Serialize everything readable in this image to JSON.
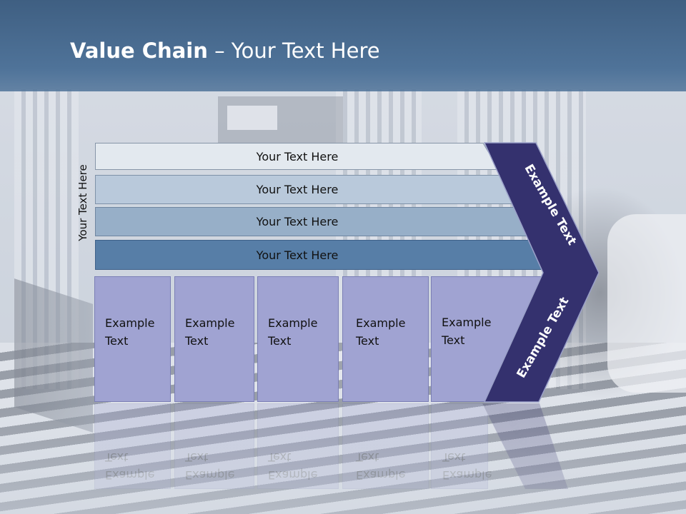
{
  "slide": {
    "title_bold": "Value Chain",
    "title_rest": " – Your Text Here"
  },
  "side_label": "Your Text Here",
  "support_bars": [
    {
      "label": "Your Text Here",
      "color": "#e3e9ef"
    },
    {
      "label": "Your Text Here",
      "color": "#b9c9db"
    },
    {
      "label": "Your Text Here",
      "color": "#97afc8"
    },
    {
      "label": "Your Text Here",
      "color": "#577ea7"
    }
  ],
  "primary_columns": [
    {
      "line1": "Example",
      "line2": "Text"
    },
    {
      "line1": "Example",
      "line2": "Text"
    },
    {
      "line1": "Example",
      "line2": "Text"
    },
    {
      "line1": "Example",
      "line2": "Text"
    },
    {
      "line1": "Example",
      "line2": "Text"
    }
  ],
  "margin": {
    "top_label": "Example Text",
    "bottom_label": "Example Text",
    "color": "#34316e"
  },
  "colors": {
    "title_band": "#4a6d93",
    "column_fill": "#a0a3d2",
    "column_border": "#7b7fb5"
  }
}
